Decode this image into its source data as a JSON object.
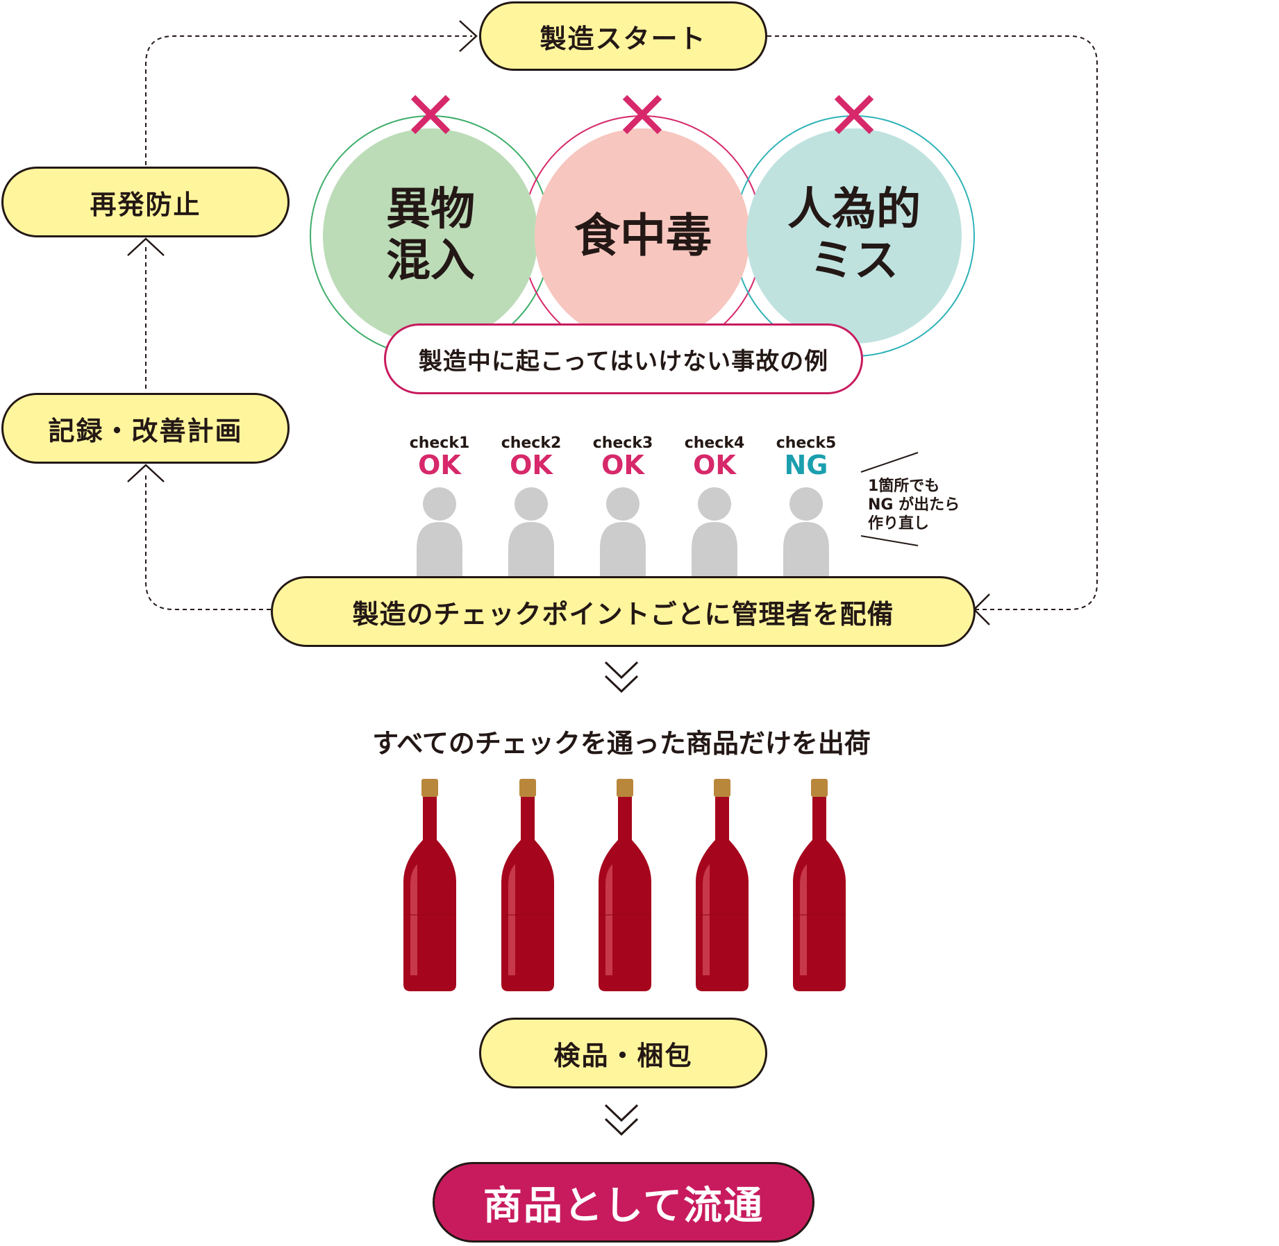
{
  "nodes": {
    "start": "製造スタート",
    "prevention": "再発防止",
    "record": "記録・改善計画",
    "checkpoint": "製造のチェックポイントごとに管理者を配備",
    "inspection": "検品・梱包",
    "distribution": "商品として流通"
  },
  "accidents": {
    "items": [
      {
        "label_line1": "異物",
        "label_line2": "混入",
        "color": "#bcdcb8",
        "ring": "#3fae6a"
      },
      {
        "label_line1": "食中毒",
        "label_line2": "",
        "color": "#f7c6bf",
        "ring": "#d6286a"
      },
      {
        "label_line1": "人為的",
        "label_line2": "ミス",
        "color": "#bfe2df",
        "ring": "#2eb2b8"
      }
    ],
    "caption": "製造中に起こってはいけない事故の例"
  },
  "checks": [
    {
      "label": "check1",
      "result": "OK"
    },
    {
      "label": "check2",
      "result": "OK"
    },
    {
      "label": "check3",
      "result": "OK"
    },
    {
      "label": "check4",
      "result": "OK"
    },
    {
      "label": "check5",
      "result": "NG"
    }
  ],
  "note": {
    "line1": "1箇所でも",
    "line2": "NG が出たら",
    "line3": "作り直し"
  },
  "shipping_text": "すべてのチェックを通った商品だけを出荷",
  "colors": {
    "pill_yellow": "#fff59d",
    "accent_pink": "#c81b5e",
    "ok_pink": "#d6286a",
    "ng_teal": "#1b9fae",
    "bottle_red": "#a6061d",
    "person_gray": "#cccccc"
  }
}
